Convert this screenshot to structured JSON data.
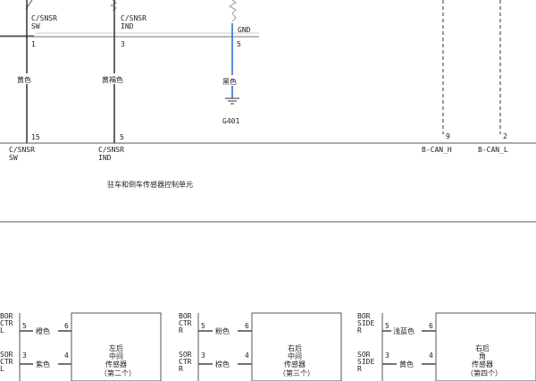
{
  "top_labels": {
    "c1": [
      "C/SNSR",
      "SW"
    ],
    "c2": [
      "C/SNSR",
      "IND"
    ],
    "gnd": "GND"
  },
  "top_pins": {
    "p1": "1",
    "p3": "3",
    "p5": "5"
  },
  "wire_colors": {
    "yellow": "黄色",
    "yellow_brown": "黄褐色",
    "black": "黑色"
  },
  "ground": "G401",
  "module_pins": {
    "p15": "15",
    "p5": "5",
    "p9": "9",
    "p2": "2"
  },
  "module_labels": {
    "sw": [
      "C/SNSR",
      "SW"
    ],
    "ind": [
      "C/SNSR",
      "IND"
    ],
    "can_h": "B-CAN_H",
    "can_l": "B-CAN_L"
  },
  "module_title": "驻车和倒车传感器控制单元",
  "sensors": [
    {
      "label_a": [
        "BOR",
        "CTR",
        "L"
      ],
      "label_b": [
        "SOR",
        "CTR",
        "L"
      ],
      "pin_a": "5",
      "pin_b": "3",
      "color_a": "橙色",
      "color_b": "紫色",
      "pin_out_a": "6",
      "pin_out_b": "4",
      "name": [
        "左后",
        "中间",
        "传感器",
        "（第二个）"
      ]
    },
    {
      "label_a": [
        "BOR",
        "CTR",
        "R"
      ],
      "label_b": [
        "SOR",
        "CTR",
        "R"
      ],
      "pin_a": "5",
      "pin_b": "3",
      "color_a": "粉色",
      "color_b": "棕色",
      "pin_out_a": "6",
      "pin_out_b": "4",
      "name": [
        "右后",
        "中间",
        "传感器",
        "（第三个）"
      ]
    },
    {
      "label_a": [
        "BOR",
        "SIDE",
        "R"
      ],
      "label_b": [
        "SOR",
        "SIDE",
        "R"
      ],
      "pin_a": "5",
      "pin_b": "3",
      "color_a": "浅蓝色",
      "color_b": "黄色",
      "pin_out_a": "6",
      "pin_out_b": "4",
      "name": [
        "右后",
        "角",
        "传感器",
        "（第四个）"
      ]
    }
  ],
  "colors": {
    "wire": "#222222",
    "black_wire": "#2f6fd6",
    "line": "#555555"
  }
}
